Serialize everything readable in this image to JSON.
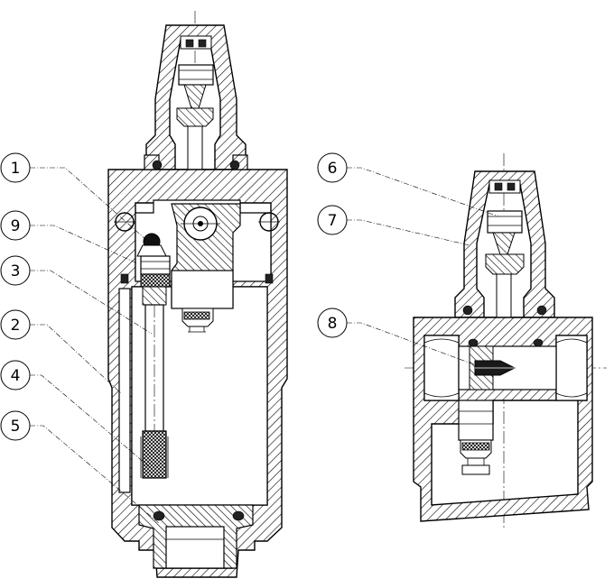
{
  "callouts": [
    {
      "id": "callout-1",
      "label": "1"
    },
    {
      "id": "callout-9",
      "label": "9"
    },
    {
      "id": "callout-3",
      "label": "3"
    },
    {
      "id": "callout-2",
      "label": "2"
    },
    {
      "id": "callout-4",
      "label": "4"
    },
    {
      "id": "callout-5",
      "label": "5"
    },
    {
      "id": "callout-6",
      "label": "6"
    },
    {
      "id": "callout-7",
      "label": "7"
    },
    {
      "id": "callout-8",
      "label": "8"
    }
  ],
  "colors": {
    "line": "#000000",
    "background": "#ffffff"
  }
}
